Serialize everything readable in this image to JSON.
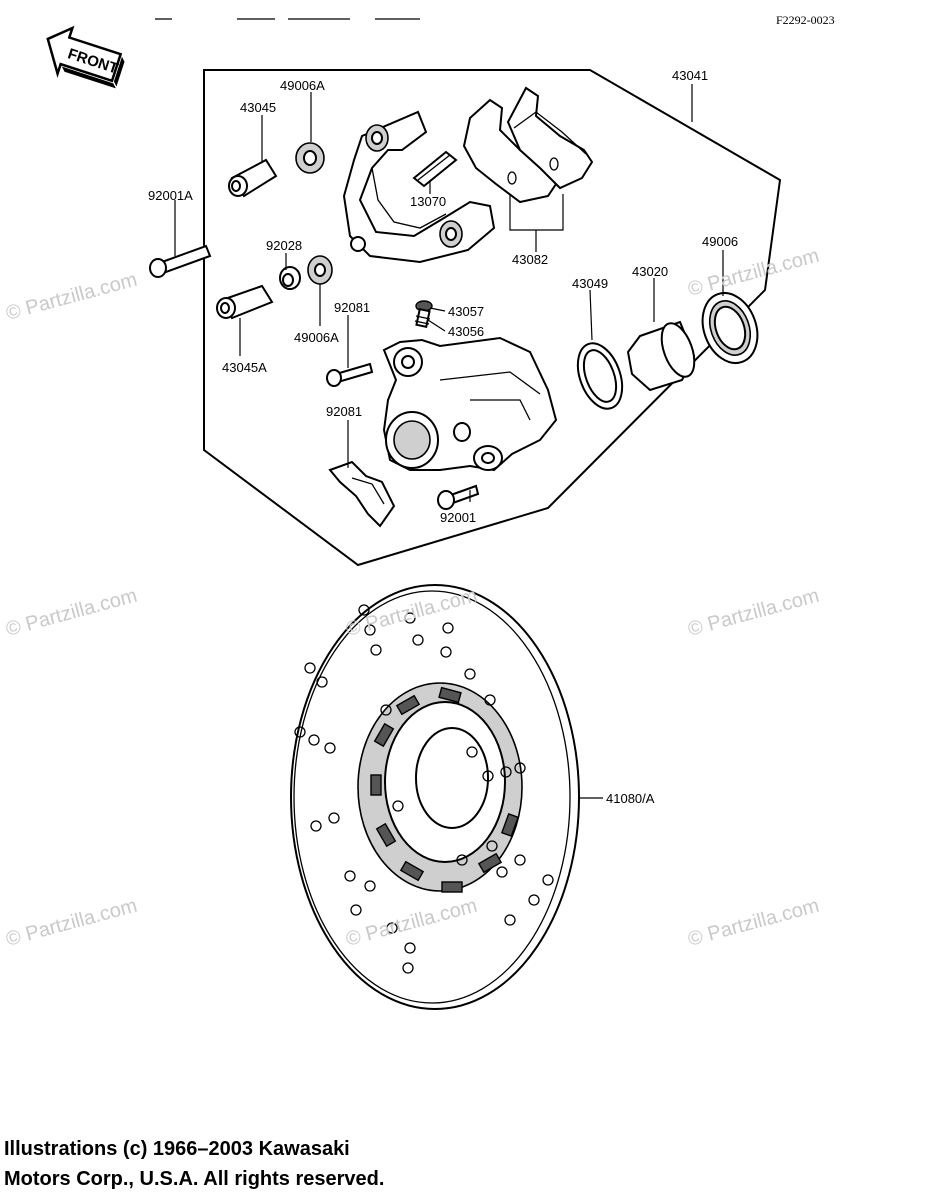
{
  "ref_code": "F2292-0023",
  "front_badge": "FRONT",
  "watermark": "© Partzilla.com",
  "part_labels": {
    "p43041": "43041",
    "p49006A_top": "49006A",
    "p43045": "43045",
    "p92001A": "92001A",
    "p13070": "13070",
    "p43082": "43082",
    "p92028": "92028",
    "p49006": "49006",
    "p43049": "43049",
    "p43020": "43020",
    "p92081_top": "92081",
    "p43057": "43057",
    "p43056": "43056",
    "p49006A_bottom": "49006A",
    "p43045A": "43045A",
    "p92081": "92081",
    "p92001": "92001",
    "p41080A": "41080/A"
  },
  "copyright": {
    "line1": "Illustrations (c) 1966–2003 Kawasaki",
    "line2": "Motors Corp., U.S.A.  All rights reserved."
  }
}
